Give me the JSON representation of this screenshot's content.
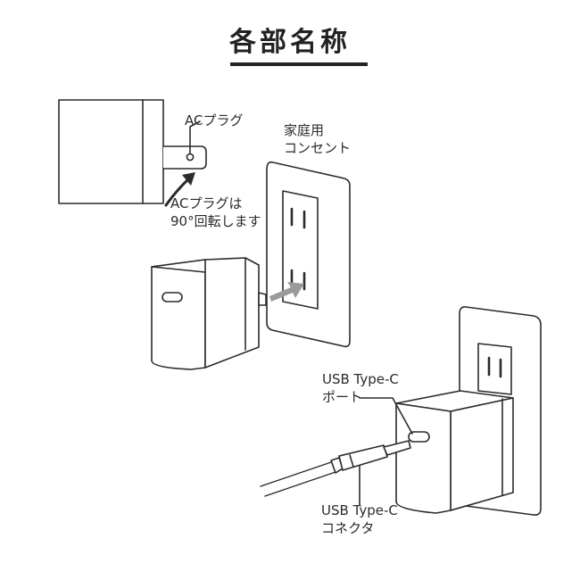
{
  "title": "各部名称",
  "labels": {
    "ac_plug": "ACプラグ",
    "ac_plug_rotate_line1": "ACプラグは",
    "ac_plug_rotate_line2": "90°回転します",
    "outlet_line1": "家庭用",
    "outlet_line2": "コンセント",
    "usb_port_line1": "USB Type-C",
    "usb_port_line2": "ポート",
    "usb_connector_line1": "USB Type-C",
    "usb_connector_line2": "コネクタ"
  },
  "colors": {
    "line": "#2b2b2b",
    "fill": "#ffffff",
    "plate": "#f2f2f2",
    "arrow": "#9a9a9a"
  }
}
